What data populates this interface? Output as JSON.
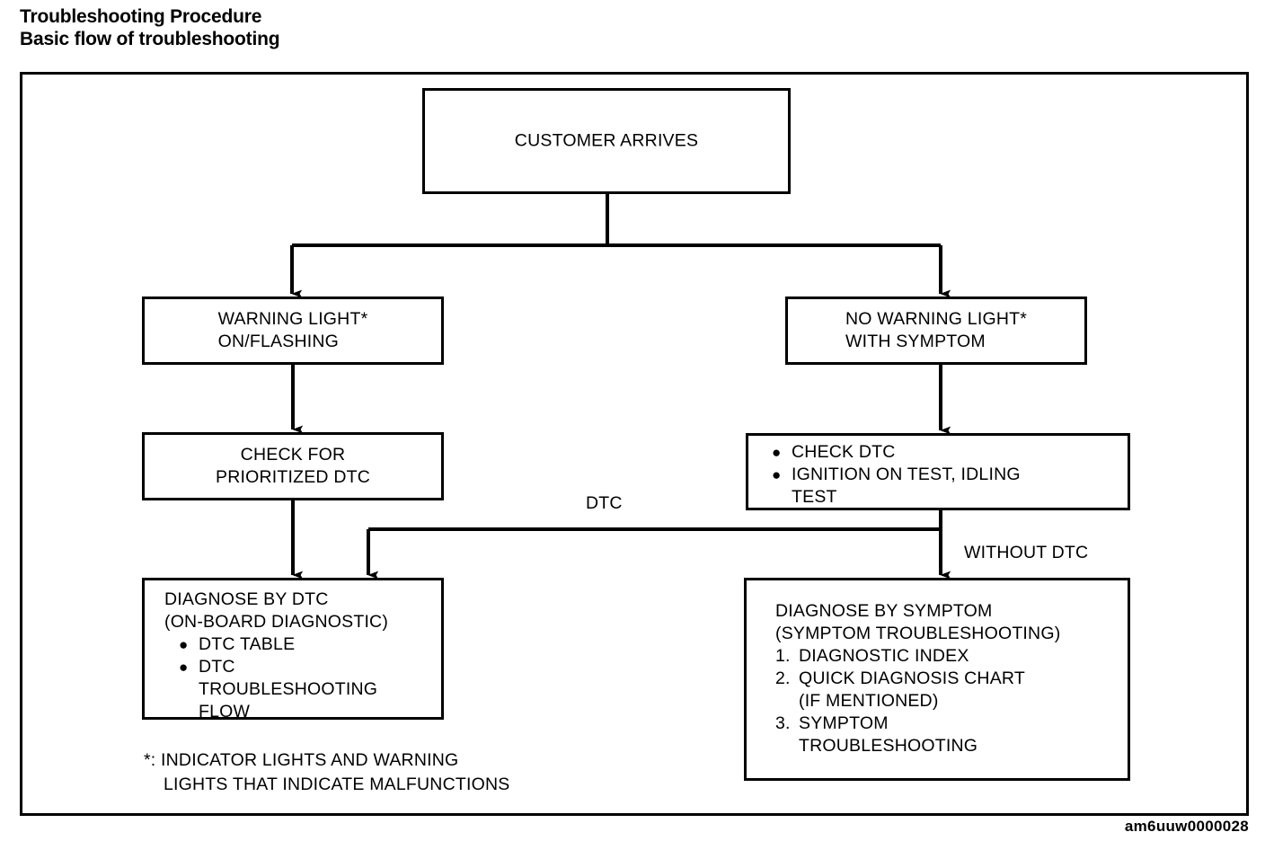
{
  "heading": {
    "line1": "Troubleshooting Procedure",
    "line2": "Basic flow of troubleshooting"
  },
  "colors": {
    "ink": "#000000",
    "paper": "#ffffff"
  },
  "diagram": {
    "type": "flowchart",
    "nodes": {
      "customer": {
        "text": "CUSTOMER ARRIVES"
      },
      "warning_light": {
        "line1": "WARNING LIGHT*",
        "line2": "ON/FLASHING"
      },
      "no_warning_light": {
        "line1": "NO WARNING LIGHT*",
        "line2": "WITH SYMPTOM"
      },
      "check_prioritized": {
        "line1": "CHECK FOR",
        "line2": "PRIORITIZED DTC"
      },
      "check_dtc": {
        "bullet1": "CHECK DTC",
        "bullet2": "IGNITION ON TEST, IDLING",
        "bullet2_wrap": "TEST"
      },
      "diagnose_by_dtc": {
        "title": "DIAGNOSE BY DTC",
        "subtitle": "(ON-BOARD DIAGNOSTIC)",
        "bullet1": "DTC TABLE",
        "bullet2": "DTC",
        "bullet2_wrap1": "TROUBLESHOOTING",
        "bullet2_wrap2": "FLOW"
      },
      "diagnose_by_symptom": {
        "title": "DIAGNOSE BY SYMPTOM",
        "subtitle": "(SYMPTOM TROUBLESHOOTING)",
        "item1_num": "1.",
        "item1": "DIAGNOSTIC INDEX",
        "item2_num": "2.",
        "item2": "QUICK DIAGNOSIS CHART",
        "item2_wrap": "(IF MENTIONED)",
        "item3_num": "3.",
        "item3": "SYMPTOM",
        "item3_wrap": "TROUBLESHOOTING"
      }
    },
    "edge_labels": {
      "dtc": "DTC",
      "without_dtc": "WITHOUT DTC"
    },
    "bullet_glyph": "●"
  },
  "footnote": {
    "line1": "*: INDICATOR LIGHTS AND WARNING",
    "line2": "LIGHTS THAT INDICATE MALFUNCTIONS"
  },
  "reference_code": "am6uuw0000028"
}
